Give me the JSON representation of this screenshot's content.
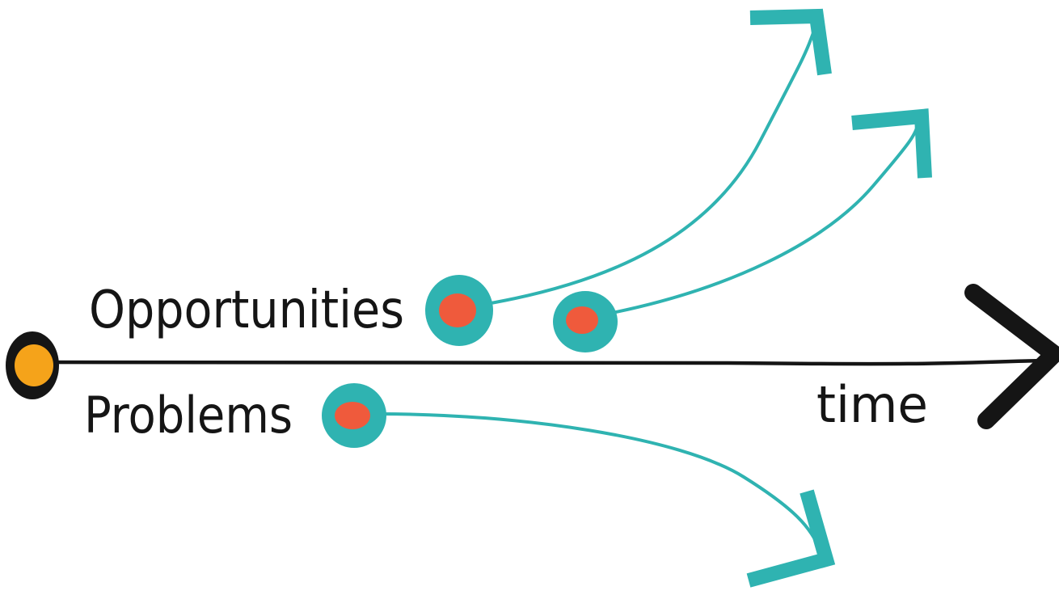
{
  "labels": {
    "opportunities": "Opportunities",
    "problems": "Problems",
    "time": "time"
  },
  "colors": {
    "background": "#ffffff",
    "timeline": "#151515",
    "teal": "#2fb3b1",
    "red": "#ef5a3c",
    "origin": "#f5a31a"
  },
  "icons": {
    "origin": "origin-dot-icon",
    "event": "event-node-icon",
    "arrowhead": "arrowhead-icon"
  }
}
